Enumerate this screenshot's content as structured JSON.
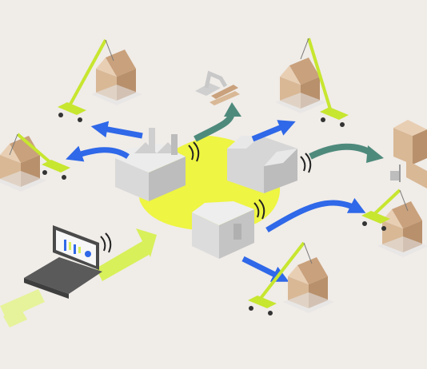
{
  "diagram": {
    "background": "#f0ece8",
    "colors": {
      "hub_glow": "#eef542",
      "arrow_blue": "#2f68e8",
      "arrow_teal": "#4e8a7c",
      "arrow_dashed": "#e6f39a",
      "arrow_green": "#d8f05a",
      "crane": "#c7e62f",
      "timber": "#d9b896",
      "timber_dark": "#b8906c",
      "factory_light": "#e6e6e6",
      "factory_mid": "#cfcfcf",
      "factory_dark": "#a9a9a9",
      "laptop": "#5a5a5a",
      "laptop_screen": "#f7f7f7",
      "wifi": "#222222",
      "robot": "#d4d4d4"
    },
    "nodes": [
      {
        "id": "laptop",
        "icon": "laptop-with-dashboard-icon"
      },
      {
        "id": "factory-a",
        "icon": "factory-with-chimneys-icon"
      },
      {
        "id": "factory-b",
        "icon": "factory-gabled-icon"
      },
      {
        "id": "factory-c",
        "icon": "factory-block-icon"
      },
      {
        "id": "site-top-left",
        "icon": "crane-building-site-icon"
      },
      {
        "id": "site-left",
        "icon": "crane-building-site-icon"
      },
      {
        "id": "site-top-right",
        "icon": "crane-building-site-icon"
      },
      {
        "id": "site-right",
        "icon": "crane-building-site-icon"
      },
      {
        "id": "site-bottom",
        "icon": "crane-building-site-icon"
      },
      {
        "id": "robot-arm",
        "icon": "robot-arm-icon"
      },
      {
        "id": "panel-unit",
        "icon": "timber-unit-with-forklift-icon"
      }
    ]
  }
}
